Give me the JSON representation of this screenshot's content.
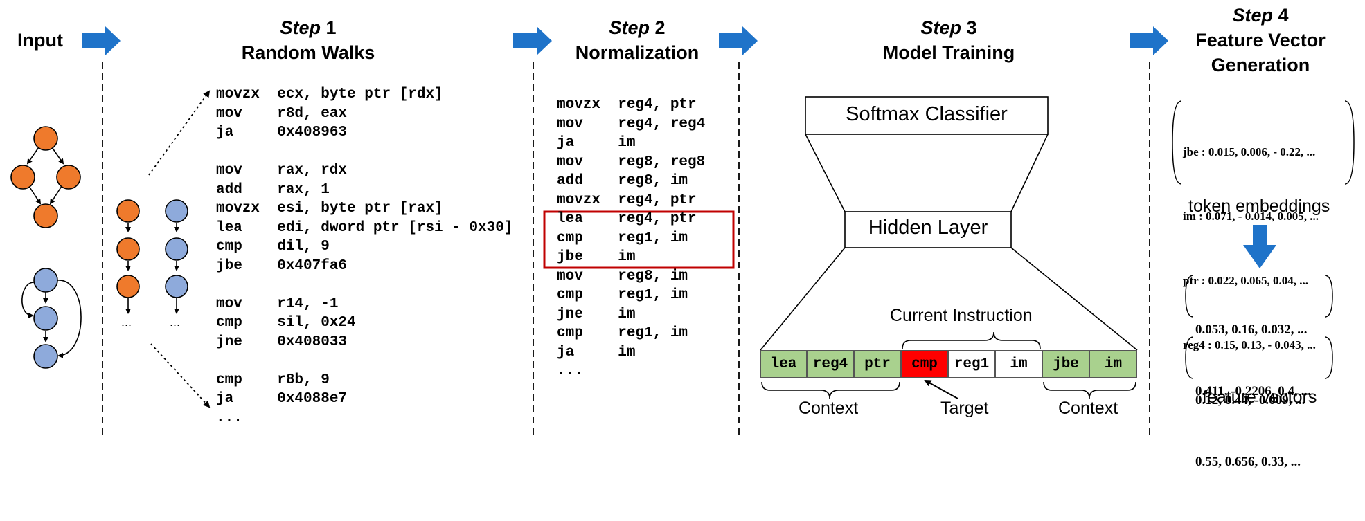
{
  "input_label": "Input",
  "step1": {
    "step_word": "Step",
    "step_num": "1",
    "title": "Random Walks"
  },
  "step2": {
    "step_word": "Step",
    "step_num": "2",
    "title": "Normalization"
  },
  "step3": {
    "step_word": "Step",
    "step_num": "3",
    "title": "Model Training"
  },
  "step4": {
    "step_word": "Step",
    "step_num": "4",
    "title_line1": "Feature Vector",
    "title_line2": "Generation"
  },
  "walk_ellipsis": "...",
  "raw_code": "movzx  ecx, byte ptr [rdx]\nmov    r8d, eax\nja     0x408963\n\nmov    rax, rdx\nadd    rax, 1\nmovzx  esi, byte ptr [rax]\nlea    edi, dword ptr [rsi - 0x30]\ncmp    dil, 9\njbe    0x407fa6\n\nmov    r14, -1\ncmp    sil, 0x24\njne    0x408033\n\ncmp    r8b, 9\nja     0x4088e7\n...",
  "normalized_code": "movzx  reg4, ptr\nmov    reg4, reg4\nja     im\nmov    reg8, reg8\nadd    reg8, im\nmovzx  reg4, ptr\nlea    reg4, ptr\ncmp    reg1, im\njbe    im\nmov    reg8, im\ncmp    reg1, im\njne    im\ncmp    reg1, im\nja     im\n...",
  "softmax_label": "Softmax Classifier",
  "hidden_label": "Hidden Layer",
  "current_instruction_label": "Current Instruction",
  "context_left_label": "Context",
  "target_label": "Target",
  "context_right_label": "Context",
  "tokens": [
    "lea",
    "reg4",
    "ptr",
    "cmp",
    "reg1",
    "im",
    "jbe",
    "im"
  ],
  "token_embeddings": [
    "jbe : 0.015, 0.006, - 0.22, ...",
    "im : 0.071, - 0.014, 0.005, ...",
    "ptr : 0.022, 0.065, 0.04, ...",
    "reg4 : 0.15, 0.13, - 0.043, ..."
  ],
  "token_embeddings_label": "token embeddings",
  "feature_vectors_group1": [
    "0.053, 0.16, 0.032, ...",
    "0.12, 0.44, -0.009, ..."
  ],
  "feature_vectors_group2": [
    "0.411, -0.2206, 0.4, ...",
    "0.55, 0.656, 0.33, ..."
  ],
  "feature_vectors_label": "feature vectors",
  "colors": {
    "arrow_blue": "#1f73c9",
    "node_orange": "#ef7a2c",
    "node_blue": "#8eaadb",
    "context_green": "#a9d18e",
    "target_red": "#ff0000",
    "highlight_box": "#c00000"
  }
}
